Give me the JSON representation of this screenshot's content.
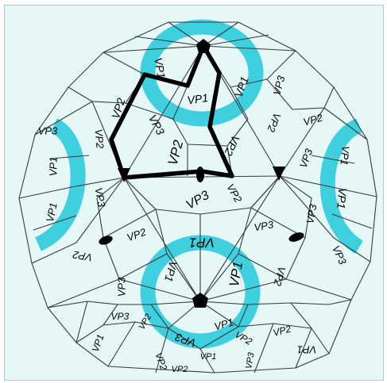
{
  "diagram": {
    "colors": {
      "background": "#e6f7f8",
      "capsid_lines": "#3a3a3a",
      "ring": "#3fd0e0",
      "asymmetric_unit": "#000000"
    },
    "symbols": {
      "fivefold": "pentagon-icon",
      "threefold": "triangle-icon",
      "twofold": "oval-icon"
    },
    "labels": [
      {
        "text": "VP1"
      },
      {
        "text": "VP1"
      },
      {
        "text": "VP1"
      },
      {
        "text": "VP3"
      },
      {
        "text": "VP2"
      },
      {
        "text": "VP3"
      },
      {
        "text": "VP2"
      },
      {
        "text": "VP2"
      },
      {
        "text": "VP3"
      },
      {
        "text": "VP2"
      },
      {
        "text": "VP3"
      },
      {
        "text": "VP2"
      },
      {
        "text": "VP2"
      },
      {
        "text": "VP3"
      },
      {
        "text": "VP2"
      },
      {
        "text": "VP3"
      },
      {
        "text": "VP1"
      },
      {
        "text": "VP1"
      },
      {
        "text": "VP1"
      },
      {
        "text": "VP3"
      },
      {
        "text": "VP3"
      },
      {
        "text": "VP2"
      },
      {
        "text": "VP2"
      },
      {
        "text": "VP3"
      },
      {
        "text": "VP1"
      },
      {
        "text": "VP1"
      },
      {
        "text": "VP1"
      },
      {
        "text": "VP3"
      },
      {
        "text": "VP2"
      },
      {
        "text": "VP1"
      },
      {
        "text": "VP1"
      },
      {
        "text": "VP2"
      },
      {
        "text": "VP3"
      },
      {
        "text": "VP3"
      },
      {
        "text": "VP2"
      },
      {
        "text": "VP2"
      },
      {
        "text": "VP1"
      },
      {
        "text": "VP2"
      },
      {
        "text": "VP3"
      },
      {
        "text": "VP1"
      },
      {
        "text": "VP1"
      },
      {
        "text": "VP2"
      }
    ]
  }
}
